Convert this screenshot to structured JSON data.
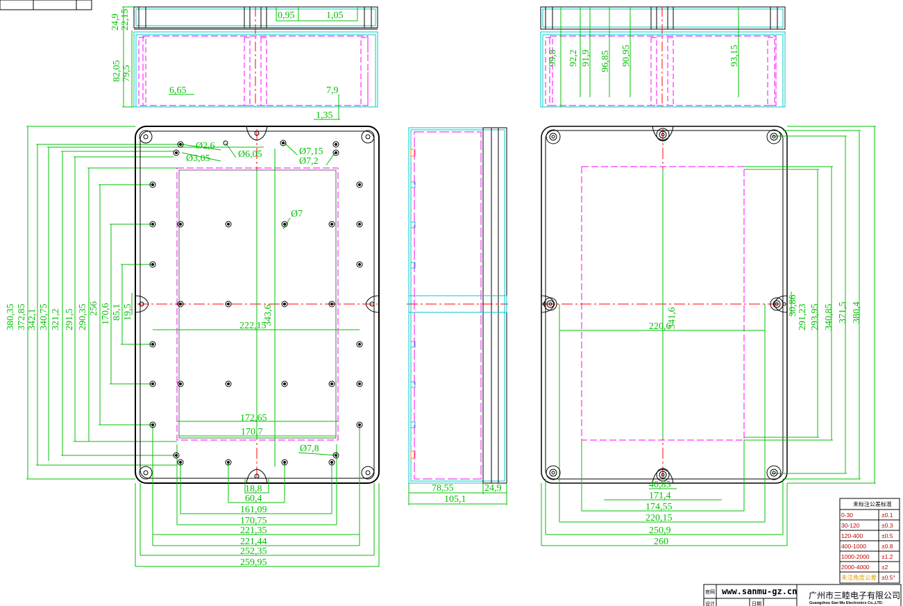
{
  "top_view_left": {
    "dims": [
      "24,9",
      "22,15",
      "0,95",
      "1,05",
      "82,05",
      "79,5",
      "6,65",
      "7,9",
      "1,35"
    ]
  },
  "top_view_right": {
    "dims": [
      "99,8",
      "92,2",
      "91,9",
      "96,85",
      "90,95",
      "93,15"
    ]
  },
  "front_view": {
    "left_dims": [
      "380,35",
      "372,85",
      "342,1",
      "340,75",
      "321,2",
      "291,5",
      "290,35",
      "256",
      "170,6",
      "85,1",
      "19,5"
    ],
    "holes": [
      "Ø2,6",
      "Ø6,05",
      "Ø3,05",
      "Ø7,15",
      "Ø7,2",
      "Ø7",
      "Ø7,8"
    ],
    "center_dims": [
      "343,6",
      "222,15",
      "172,65",
      "170,7"
    ],
    "bottom_dims": [
      "18,8",
      "60,4",
      "161,09",
      "170,75",
      "221,35",
      "221,44",
      "252,35",
      "259,95"
    ]
  },
  "side_view": {
    "dims": [
      "78,55",
      "24,9",
      "105,1"
    ]
  },
  "back_view": {
    "center_dims": [
      "341,6",
      "220,6"
    ],
    "right_dims": [
      "30,86",
      "291,23",
      "293,95",
      "340,85",
      "371,5",
      "380,4"
    ],
    "bottom_dims": [
      "40,85",
      "171,4",
      "174,55",
      "220,15",
      "250,9",
      "260"
    ]
  },
  "tolerance_table": {
    "title": "未标注公差标准",
    "rows": [
      {
        "range": "0-30",
        "tol": "±0.1"
      },
      {
        "range": "30-120",
        "tol": "±0.3"
      },
      {
        "range": "120-400",
        "tol": "±0.5"
      },
      {
        "range": "400-1000",
        "tol": "±0.8"
      },
      {
        "range": "1000-2000",
        "tol": "±1.2"
      },
      {
        "range": "2000-4000",
        "tol": "±2"
      },
      {
        "range": "未注角度公差",
        "tol": "±0.5°"
      }
    ]
  },
  "title_block": {
    "site_label": "官网",
    "site": "www.sanmu-gz.cn",
    "company_cn": "广州市三睦电子有限公司",
    "company_en": "Guangzhou San Mu Electronics Co.,LTD.",
    "design_label": "设计",
    "date_label": "日期"
  },
  "colors": {
    "dimension": "#00c000",
    "centerline": "#ff0000",
    "hidden": "#ff00ff",
    "outline": "#000000",
    "secondary": "#00c8c8",
    "table_text": "#c00000"
  }
}
